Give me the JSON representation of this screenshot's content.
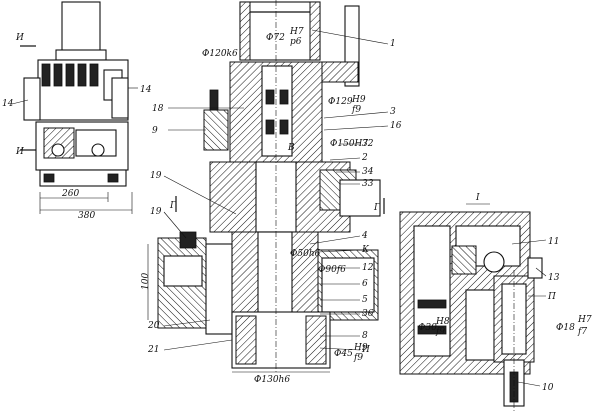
{
  "views": {
    "left": {
      "section_mark_top": "И",
      "section_mark_bottom": "И",
      "callout_14_left": "14",
      "callout_14_right": "14",
      "dim_260": "260",
      "dim_380": "380"
    },
    "center": {
      "dia_72": "Φ72",
      "fit_72_top": "H7",
      "fit_72_bottom": "p6",
      "dia_120": "Φ120k6",
      "dia_129": "Φ129",
      "fit_129_top": "H9",
      "fit_129_bottom": "f9",
      "dia_150": "Φ150H7",
      "dia_50": "Φ50h6",
      "dia_90": "Φ90f6",
      "dia_45": "Φ45",
      "fit_45_top": "H9",
      "fit_45_bottom": "f9",
      "dia_130": "Φ130h6",
      "dim_100": "100",
      "section_g_left": "Г",
      "section_g_right": "Г",
      "view_b": "В",
      "callouts": {
        "c1": "1",
        "c18": "18",
        "c9": "9",
        "c3": "3",
        "c16": "16",
        "c32": "32",
        "c2": "2",
        "c34": "34",
        "c33": "33",
        "c19a": "19",
        "c19b": "19",
        "c4": "4",
        "cK": "К",
        "c12": "12",
        "c6": "6",
        "c5": "5",
        "c36": "36",
        "c8": "8",
        "cI": "И",
        "c20": "20",
        "c21": "21"
      }
    },
    "right": {
      "view_I": "I",
      "dia_30": "Φ30",
      "fit_30_top": "H8",
      "fit_30_bottom": "f9",
      "dia_18": "Φ18",
      "fit_18_top": "H7",
      "fit_18_bottom": "f7",
      "callouts": {
        "c11": "11",
        "c13": "13",
        "cP": "П",
        "c10": "10"
      }
    }
  }
}
